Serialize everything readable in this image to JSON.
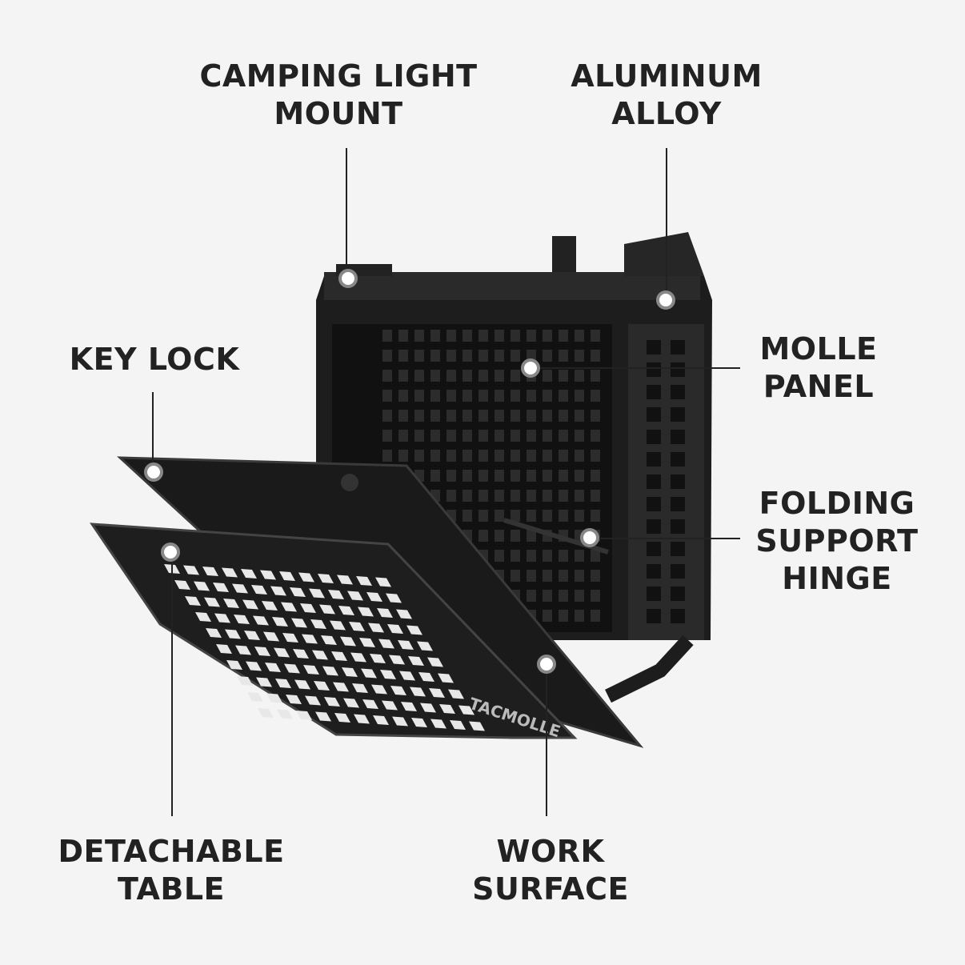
{
  "callouts": {
    "camping_light_mount": [
      "CAMPING LIGHT",
      "MOUNT"
    ],
    "aluminum_alloy": [
      "ALUMINUM",
      "ALLOY"
    ],
    "key_lock": [
      "KEY LOCK"
    ],
    "molle_panel": [
      "MOLLE",
      "PANEL"
    ],
    "folding_support_hinge": [
      "FOLDING",
      "SUPPORT",
      "HINGE"
    ],
    "detachable_table": [
      "DETACHABLE",
      "TABLE"
    ],
    "work_surface": [
      "WORK",
      "SURFACE"
    ]
  },
  "product": {
    "logo_text": "TACMOLLE"
  },
  "colors": {
    "background": "#f4f4f4",
    "text": "#222222",
    "product": "#1c1c1c",
    "marker": "#ffffff"
  }
}
